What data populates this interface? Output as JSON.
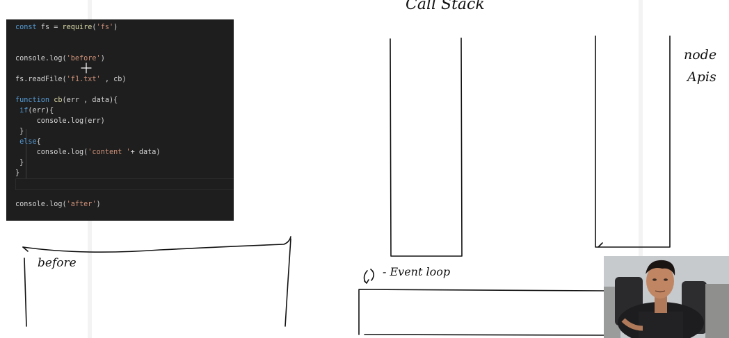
{
  "code_editor": {
    "lines": [
      {
        "parts": [
          {
            "t": "const",
            "c": "kw"
          },
          {
            "t": " fs = ",
            "c": ""
          },
          {
            "t": "require",
            "c": "fn"
          },
          {
            "t": "(",
            "c": ""
          },
          {
            "t": "'fs'",
            "c": "str"
          },
          {
            "t": ")",
            "c": ""
          }
        ]
      },
      {
        "parts": []
      },
      {
        "parts": []
      },
      {
        "parts": [
          {
            "t": "console.log(",
            "c": ""
          },
          {
            "t": "'before'",
            "c": "str"
          },
          {
            "t": ")",
            "c": ""
          }
        ]
      },
      {
        "parts": []
      },
      {
        "parts": [
          {
            "t": "fs.readFile(",
            "c": ""
          },
          {
            "t": "'f1.txt'",
            "c": "str"
          },
          {
            "t": " , cb)",
            "c": ""
          }
        ]
      },
      {
        "parts": []
      },
      {
        "parts": [
          {
            "t": "function",
            "c": "kw"
          },
          {
            "t": " ",
            "c": ""
          },
          {
            "t": "cb",
            "c": "fn"
          },
          {
            "t": "(err , data){",
            "c": ""
          }
        ]
      },
      {
        "parts": [
          {
            "t": " if",
            "c": "kw"
          },
          {
            "t": "(err){",
            "c": ""
          }
        ]
      },
      {
        "parts": [
          {
            "t": "     console.log(err)",
            "c": ""
          }
        ]
      },
      {
        "parts": [
          {
            "t": " }",
            "c": ""
          }
        ]
      },
      {
        "parts": [
          {
            "t": " else",
            "c": "kw"
          },
          {
            "t": "{",
            "c": ""
          }
        ]
      },
      {
        "parts": [
          {
            "t": "     console.log(",
            "c": ""
          },
          {
            "t": "'content '",
            "c": "str"
          },
          {
            "t": "+ data)",
            "c": ""
          }
        ]
      },
      {
        "parts": [
          {
            "t": " }",
            "c": ""
          }
        ]
      },
      {
        "parts": [
          {
            "t": "}",
            "c": ""
          }
        ]
      },
      {
        "parts": []
      },
      {
        "parts": []
      },
      {
        "parts": [
          {
            "t": "console.log(",
            "c": ""
          },
          {
            "t": "'after'",
            "c": "str"
          },
          {
            "t": ")",
            "c": ""
          }
        ]
      }
    ]
  },
  "annotations": {
    "call_stack": "Call Stack",
    "node_line1": "node",
    "node_line2": "Apis",
    "console_output": "before",
    "event_loop": "- Event loop"
  }
}
